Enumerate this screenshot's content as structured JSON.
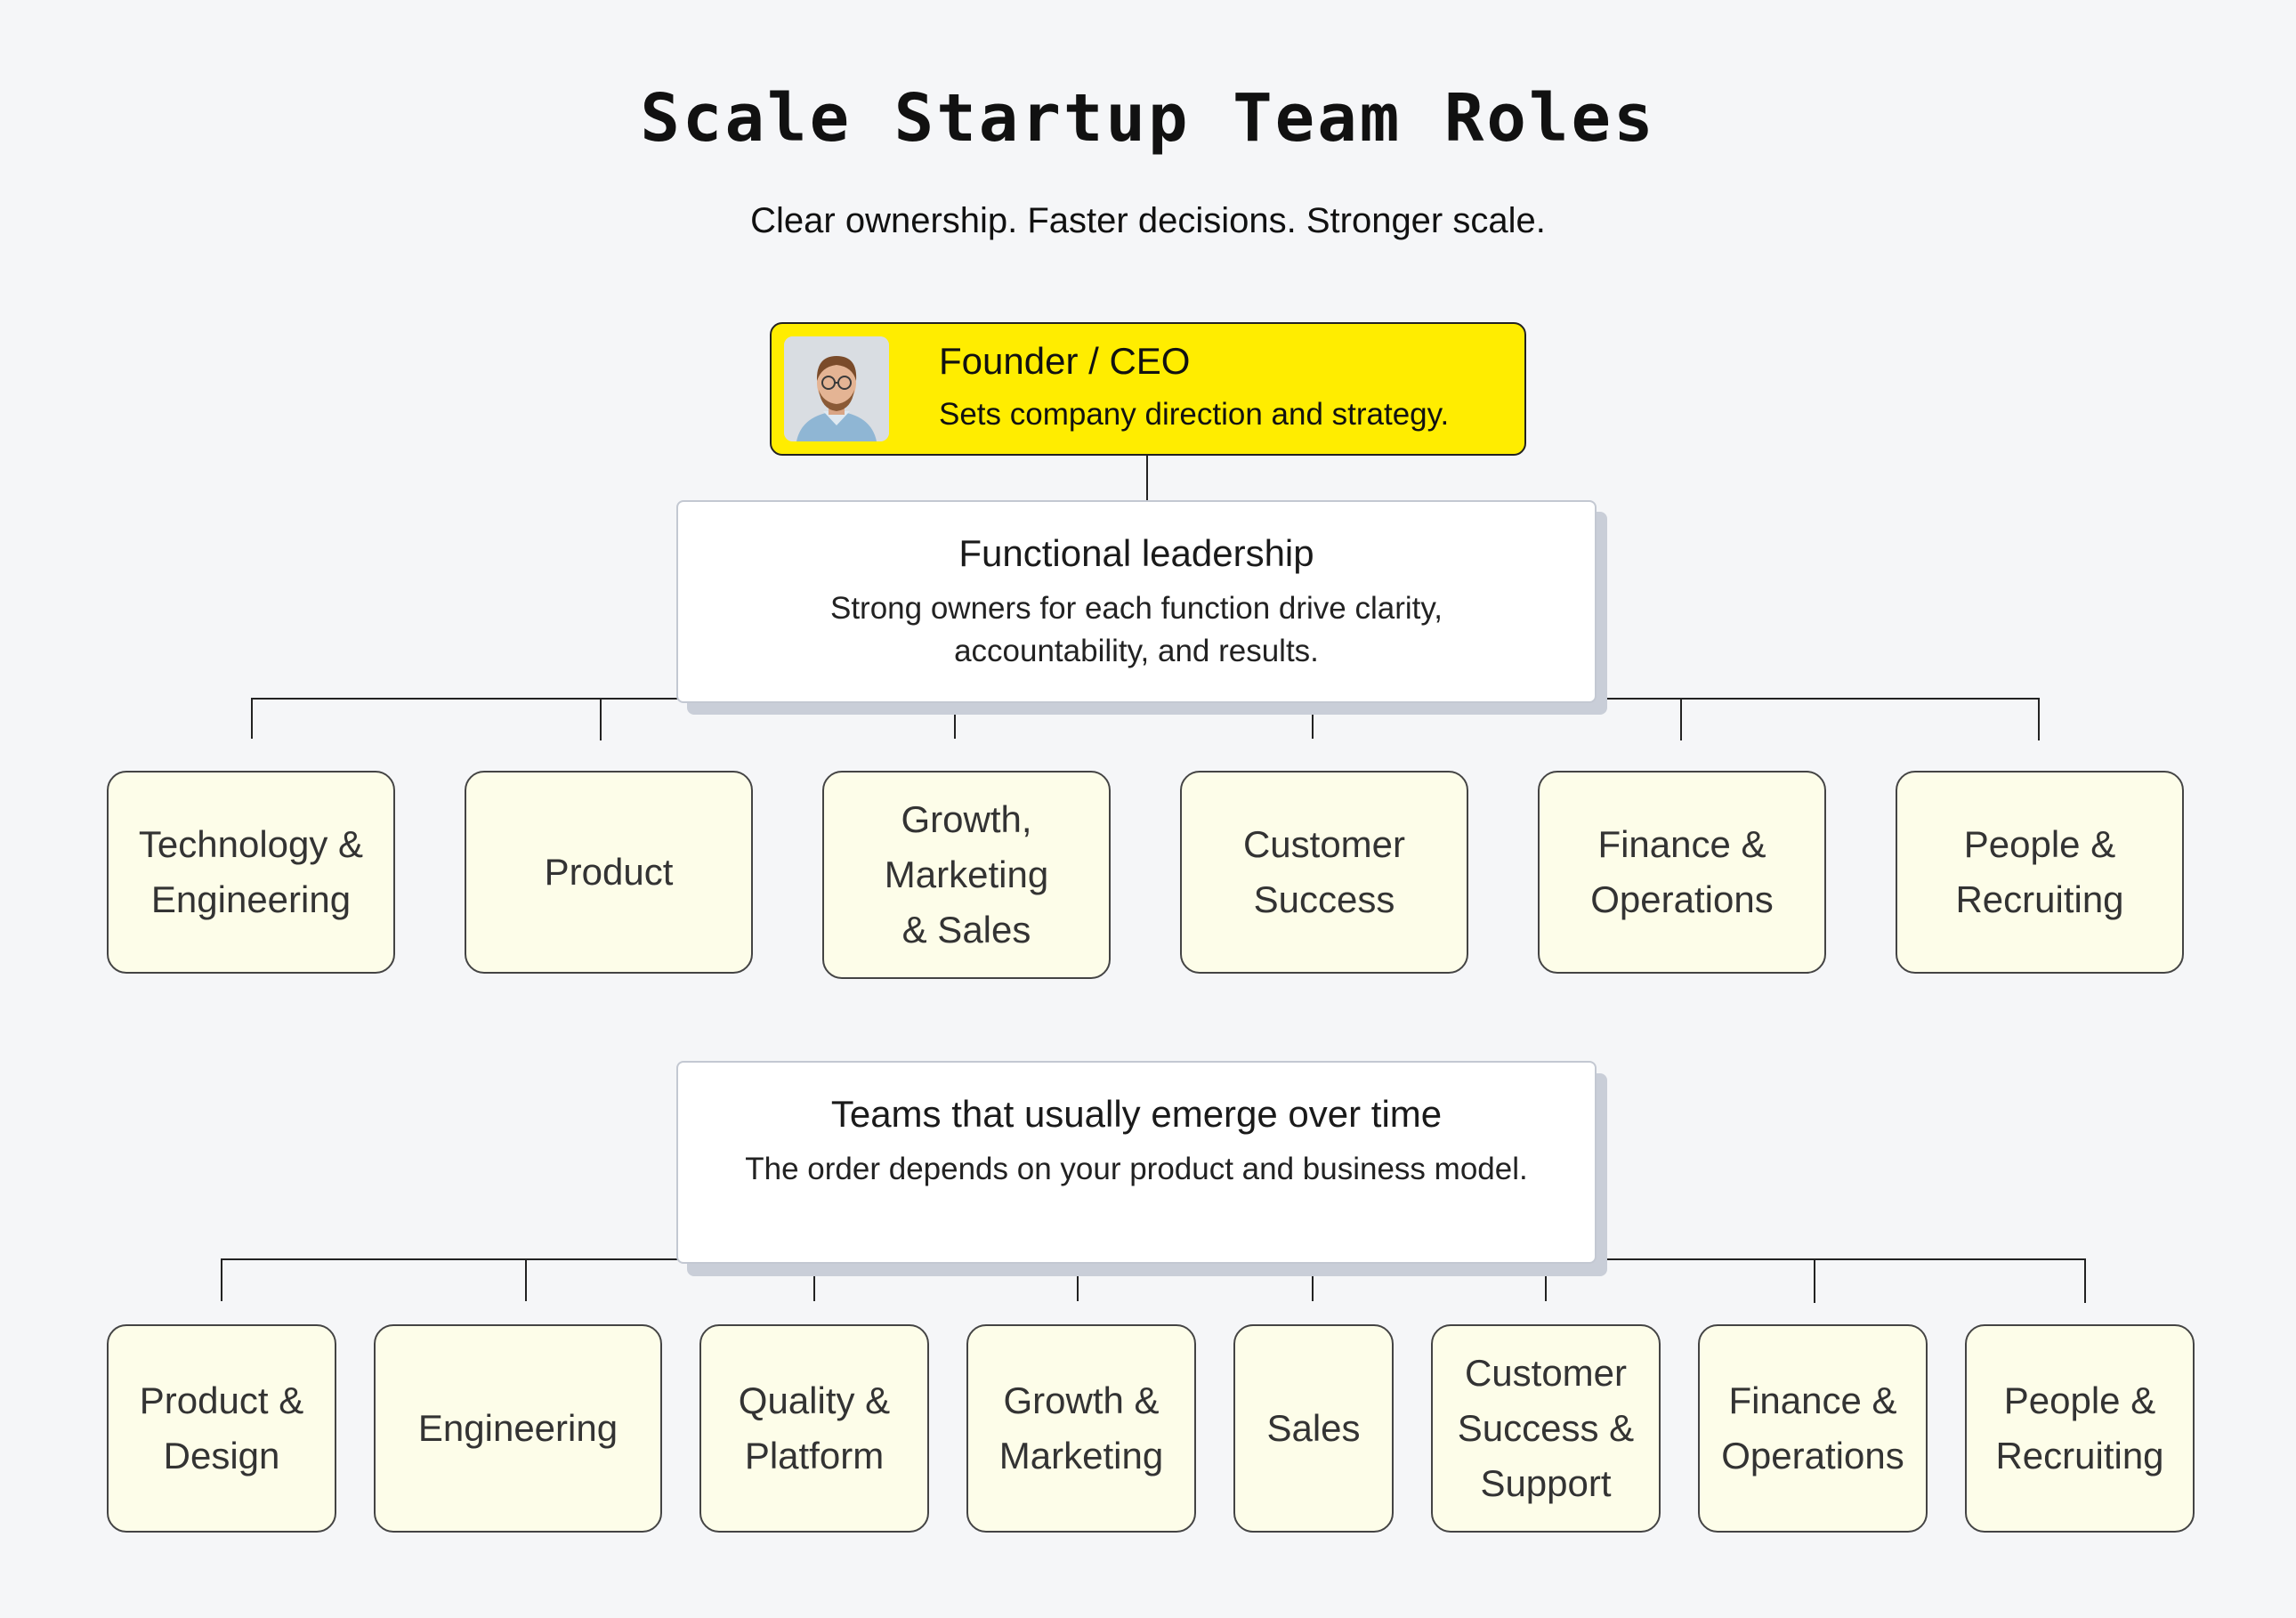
{
  "header": {
    "title": "Scale Startup Team Roles",
    "subtitle": "Clear ownership. Faster decisions. Stronger scale."
  },
  "ceo": {
    "name": "Founder / CEO",
    "description": "Sets company direction and strategy."
  },
  "leadership": {
    "title": "Functional leadership",
    "description": "Strong owners for each function drive clarity, accountability, and results.",
    "functions": [
      "Technology & Engineering",
      "Product",
      "Growth, Marketing & Sales",
      "Customer Success",
      "Finance & Operations",
      "People & Recruiting"
    ]
  },
  "emerging": {
    "title": "Teams that usually emerge over time",
    "description": "The order depends on your product and business model.",
    "teams": [
      "Product & Design",
      "Engineering",
      "Quality & Platform",
      "Growth & Marketing",
      "Sales",
      "Customer Success & Support",
      "Finance & Operations",
      "People & Recruiting"
    ]
  },
  "colors": {
    "ceo_fill": "#ffed00",
    "card_fill": "#fdfde9",
    "panel_shadow": "#c9ced8",
    "background": "#f5f6f8"
  }
}
